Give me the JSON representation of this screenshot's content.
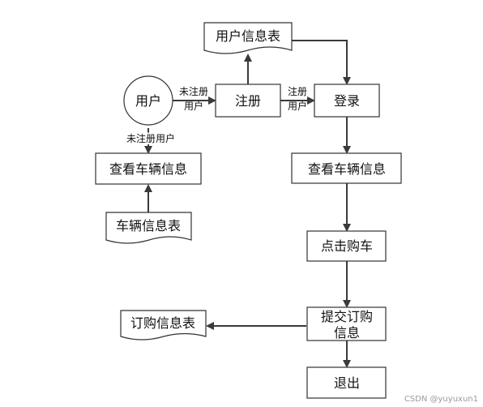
{
  "nodes": {
    "user": "用户",
    "register": "注册",
    "login": "登录",
    "user_table": "用户信息表",
    "view_car_left": "查看车辆信息",
    "car_table": "车辆信息表",
    "view_car_right": "查看车辆信息",
    "click_buy": "点击购车",
    "submit_order_line1": "提交订购",
    "submit_order_line2": "信息",
    "order_table": "订购信息表",
    "logout": "退出"
  },
  "edges": {
    "user_to_register_line1": "未注册",
    "user_to_register_line2": "用户",
    "register_to_login_line1": "注册",
    "register_to_login_line2": "用户",
    "user_to_view": "未注册用户"
  },
  "watermark": "CSDN @yuyuxun1"
}
